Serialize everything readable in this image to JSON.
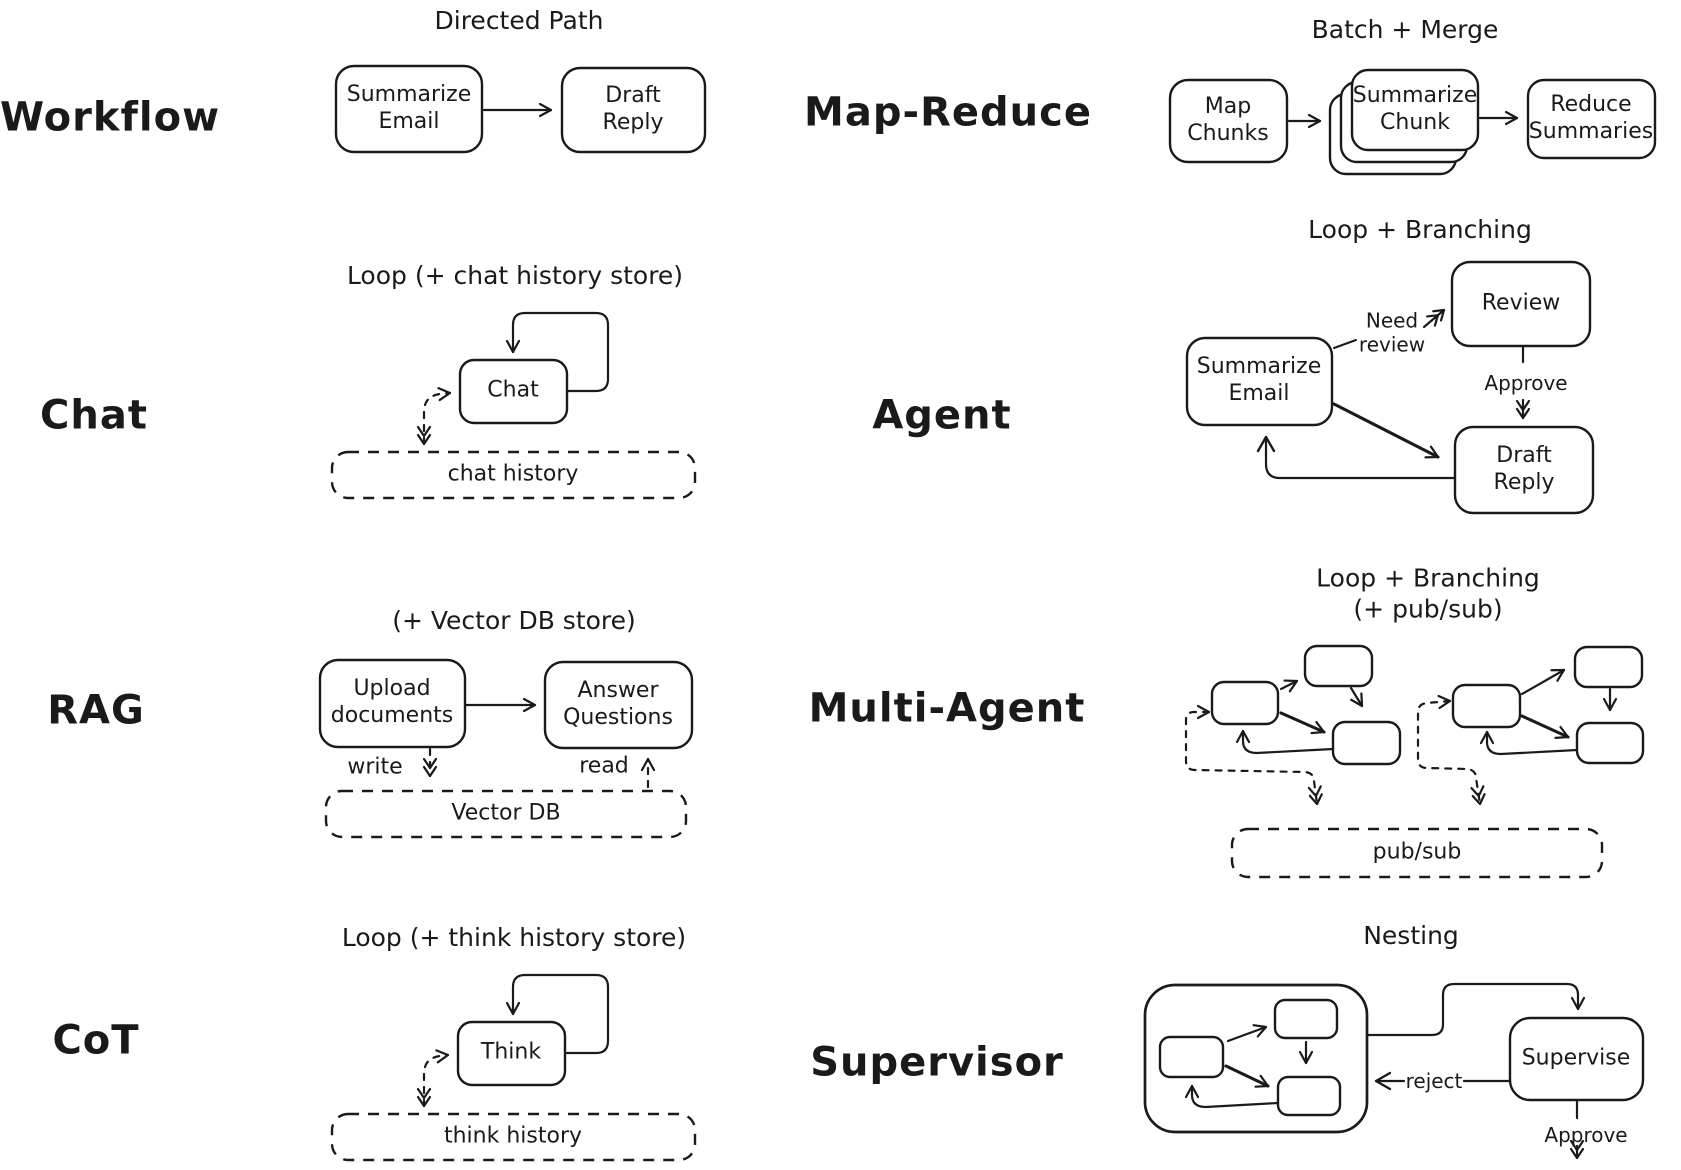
{
  "ink": "#1a1a1a",
  "background": "#ffffff",
  "patterns": {
    "workflow": {
      "label": "Workflow",
      "title": "Directed Path",
      "nodes": {
        "summarize_email": "Summarize\nEmail",
        "draft_reply": "Draft\nReply"
      }
    },
    "map_reduce": {
      "label": "Map-Reduce",
      "title": "Batch + Merge",
      "nodes": {
        "map_chunks": "Map\nChunks",
        "summarize_chunk": "Summarize\nChunk",
        "reduce_summaries": "Reduce\nSummaries"
      }
    },
    "chat": {
      "label": "Chat",
      "title": "Loop (+ chat history store)",
      "nodes": {
        "chat": "Chat"
      },
      "store": "chat history"
    },
    "agent": {
      "label": "Agent",
      "title": "Loop + Branching",
      "nodes": {
        "summarize_email": "Summarize\nEmail",
        "review": "Review",
        "draft_reply": "Draft\nReply"
      },
      "edges": {
        "need_review": "Need\nreview",
        "approve": "Approve"
      }
    },
    "rag": {
      "label": "RAG",
      "title": "(+ Vector DB store)",
      "nodes": {
        "upload_documents": "Upload\ndocuments",
        "answer_questions": "Answer\nQuestions"
      },
      "edges": {
        "write": "write",
        "read": "read"
      },
      "store": "Vector DB"
    },
    "multi_agent": {
      "label": "Multi-Agent",
      "title": "Loop + Branching (+ pub/sub)",
      "store": "pub/sub"
    },
    "cot": {
      "label": "CoT",
      "title": "Loop (+ think history store)",
      "nodes": {
        "think": "Think"
      },
      "store": "think history"
    },
    "supervisor": {
      "label": "Supervisor",
      "title": "Nesting",
      "nodes": {
        "supervise": "Supervise"
      },
      "edges": {
        "reject": "reject",
        "approve": "Approve"
      }
    }
  }
}
